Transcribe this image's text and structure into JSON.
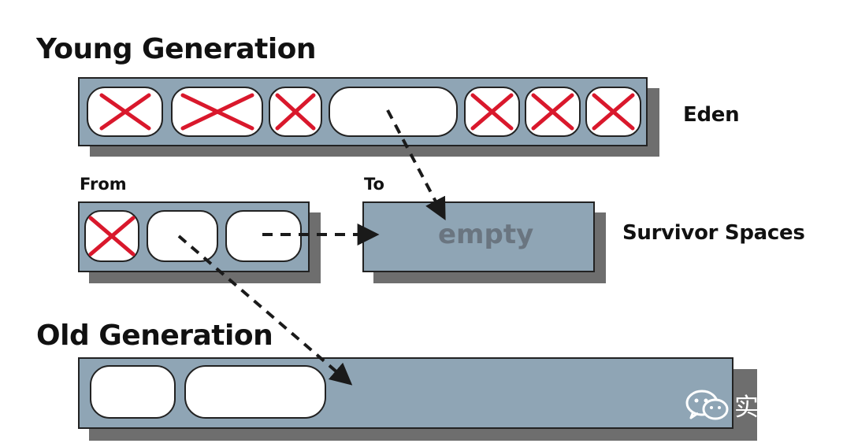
{
  "labels": {
    "young_generation": "Young Generation",
    "eden": "Eden",
    "from": "From",
    "to": "To",
    "survivor_spaces": "Survivor Spaces",
    "empty": "empty",
    "old_generation": "Old Generation"
  },
  "watermark": {
    "text": "实验楼",
    "icon": "wechat-icon"
  },
  "colors": {
    "region_fill": "#8fa5b5",
    "shadow": "#6e6e6e",
    "object_fill": "#ffffff",
    "dead_mark": "#d9182c",
    "arrow": "#1a1a1a",
    "empty_text": "#6a7580"
  }
}
